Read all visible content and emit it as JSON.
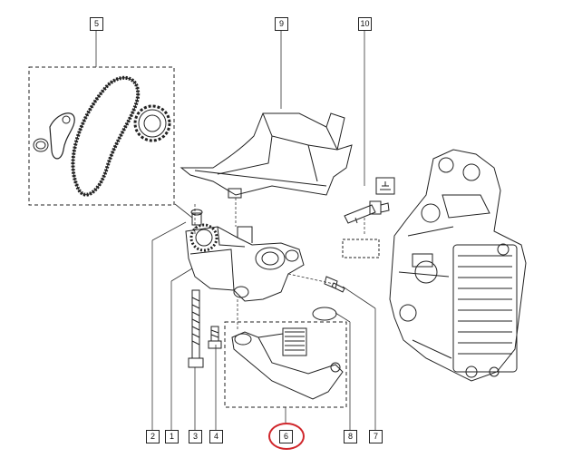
{
  "callouts": {
    "c1": "1",
    "c2": "2",
    "c3": "3",
    "c4": "4",
    "c5": "5",
    "c6": "6",
    "c7": "7",
    "c8": "8",
    "c9": "9",
    "c10": "10"
  },
  "colors": {
    "line": "#222222",
    "highlight": "#d0262b",
    "background": "#ffffff"
  },
  "highlighted_callout": "6"
}
